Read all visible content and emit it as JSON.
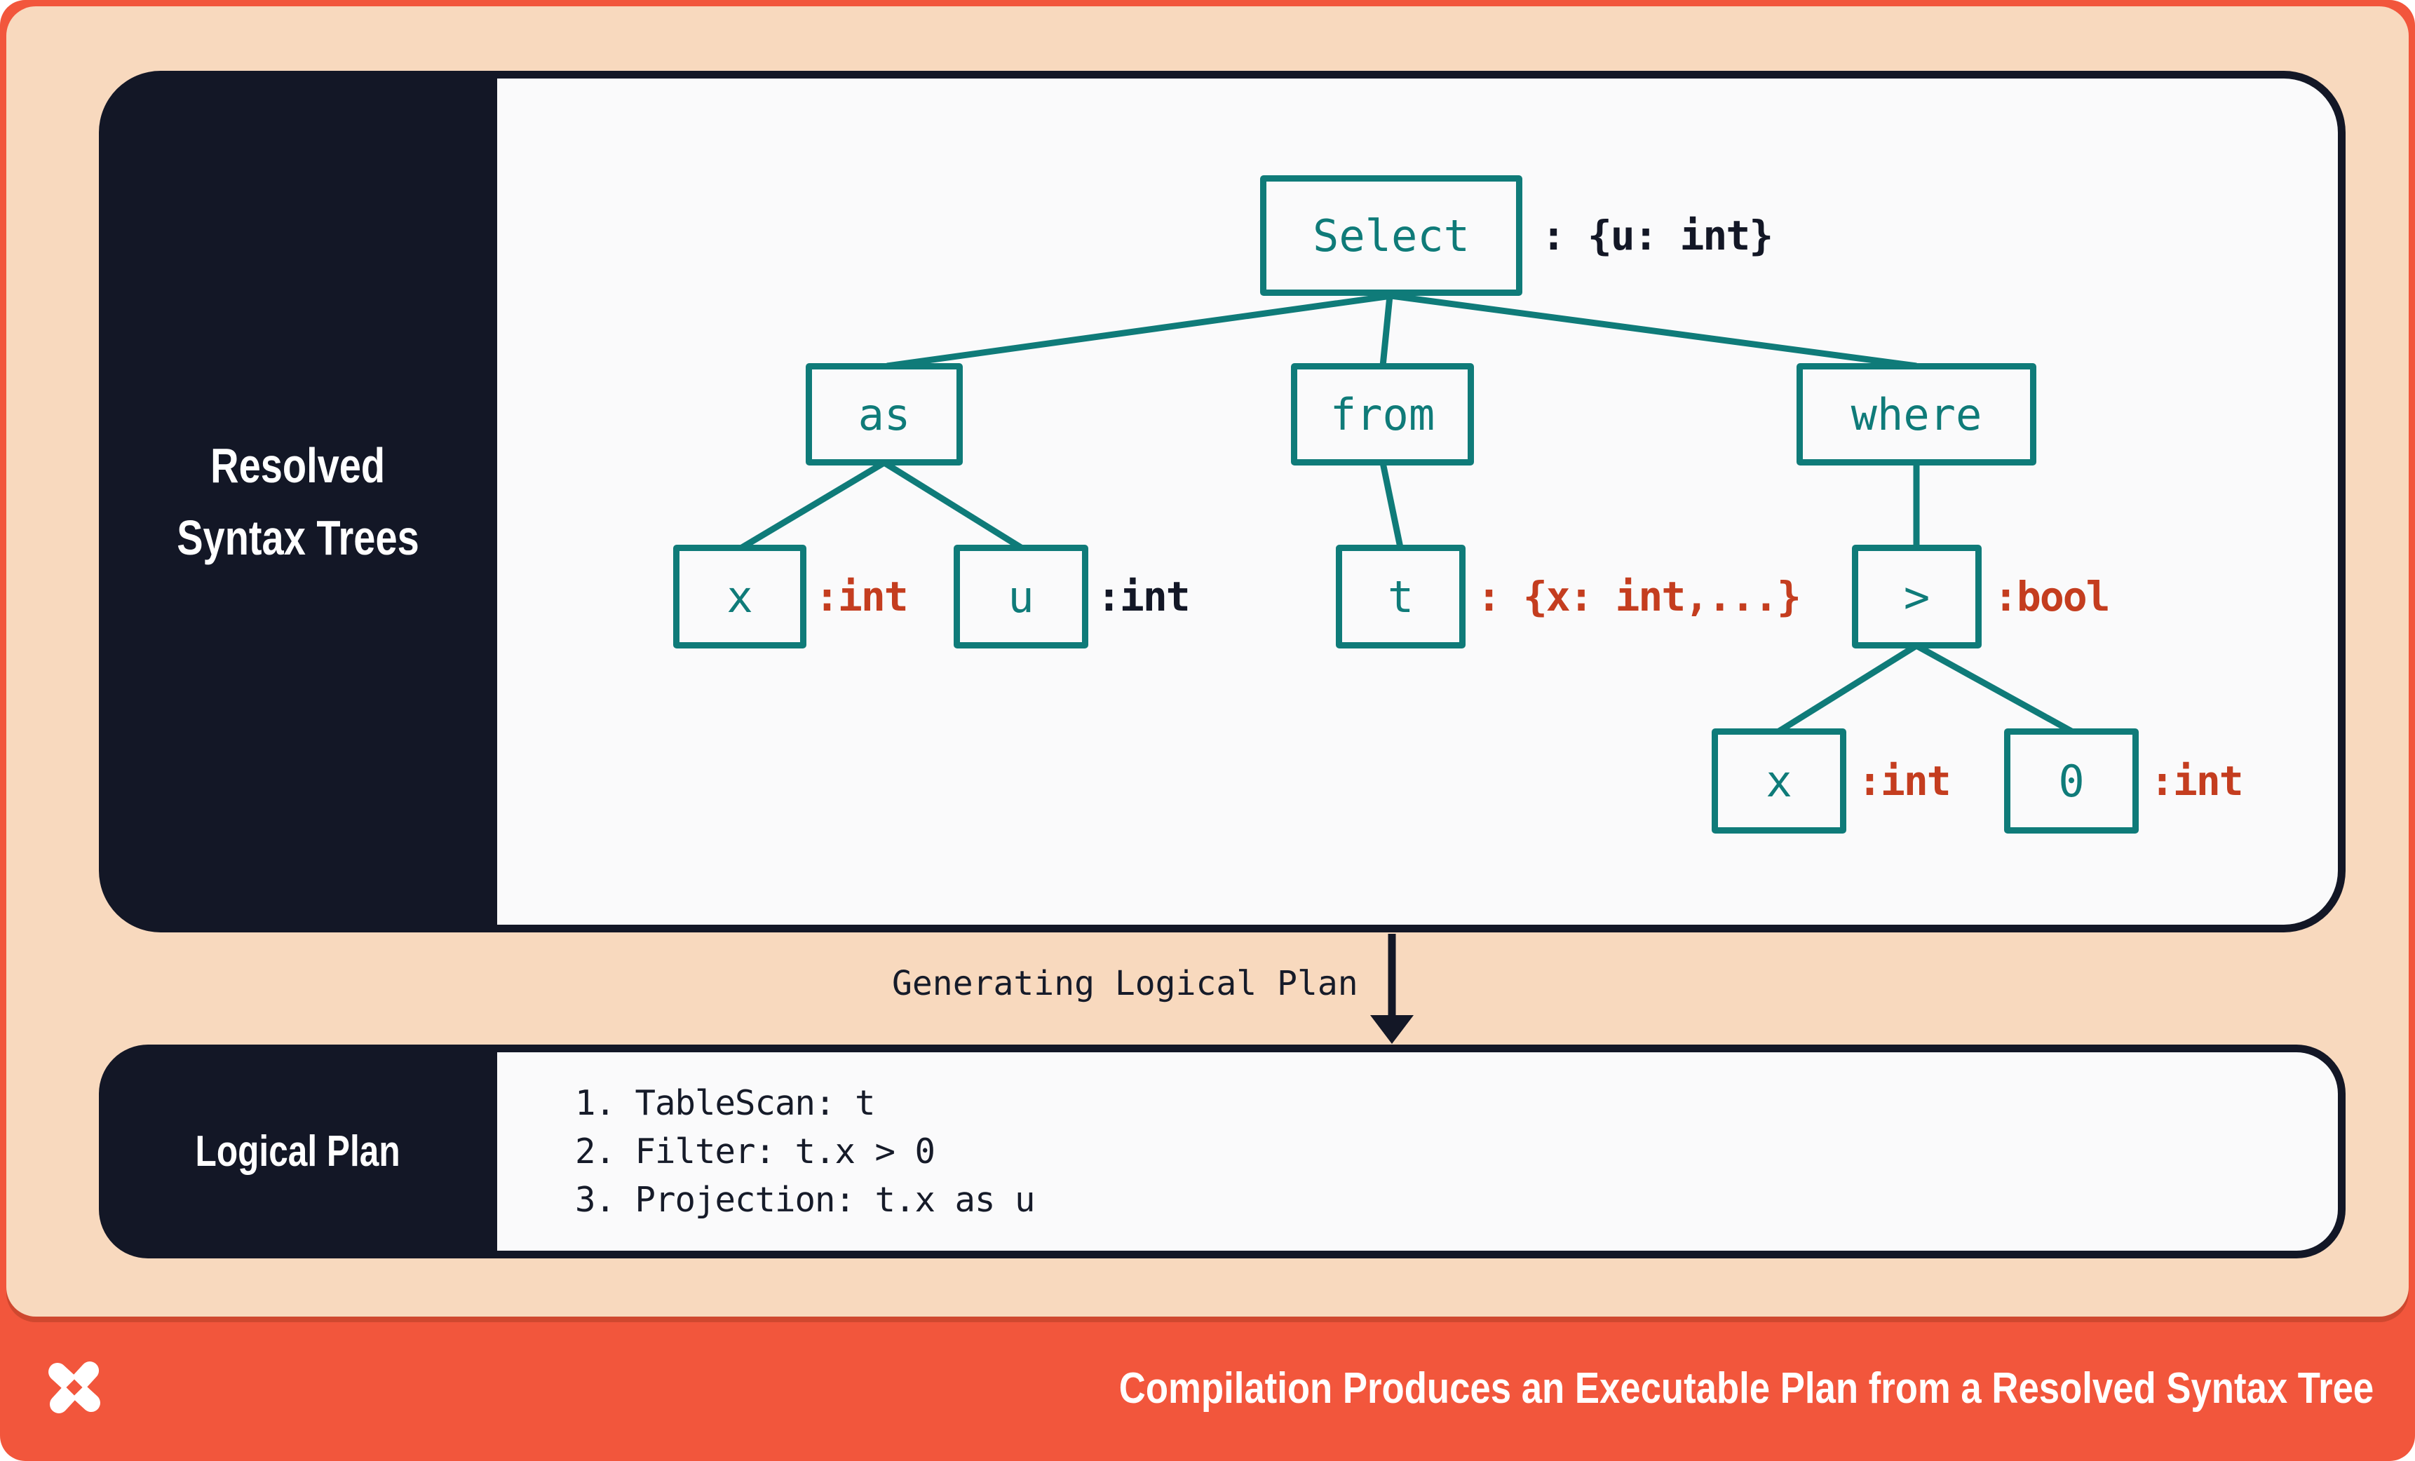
{
  "panels": {
    "resolved_syntax_trees": {
      "label_lines": [
        "Resolved",
        "Syntax Trees"
      ]
    },
    "logical_plan": {
      "label": "Logical Plan",
      "steps": [
        "1. TableScan: t",
        "2. Filter: t.x > 0",
        "3. Projection: t.x as u"
      ]
    }
  },
  "tree": {
    "nodes": [
      {
        "id": "select",
        "label": "Select",
        "type": ": {u: int}",
        "type_style": "dark"
      },
      {
        "id": "as",
        "label": "as"
      },
      {
        "id": "from",
        "label": "from"
      },
      {
        "id": "where",
        "label": "where"
      },
      {
        "id": "x-left",
        "label": "x",
        "type": ":int",
        "type_style": "red"
      },
      {
        "id": "u",
        "label": "u",
        "type": ":int",
        "type_style": "dark"
      },
      {
        "id": "t",
        "label": "t",
        "type": ": {x: int,...}",
        "type_style": "red"
      },
      {
        "id": "gt",
        "label": ">",
        "type": ":bool",
        "type_style": "red"
      },
      {
        "id": "x-right",
        "label": "x",
        "type": ":int",
        "type_style": "red"
      },
      {
        "id": "zero",
        "label": "0",
        "type": ":int",
        "type_style": "red"
      }
    ]
  },
  "transition": {
    "label": "Generating Logical Plan"
  },
  "footer": {
    "title": "Compilation Produces an Executable Plan from a Resolved Syntax Tree",
    "logo_icon": "pinwheel-x-logo"
  },
  "colors": {
    "accent_teal": "#0F7B79",
    "annotation_red": "#C43D1F",
    "panel_navy": "#131726",
    "background_peach": "#F8D9BE",
    "footer_orange": "#F2563C",
    "content_white": "#FAFAFB"
  }
}
